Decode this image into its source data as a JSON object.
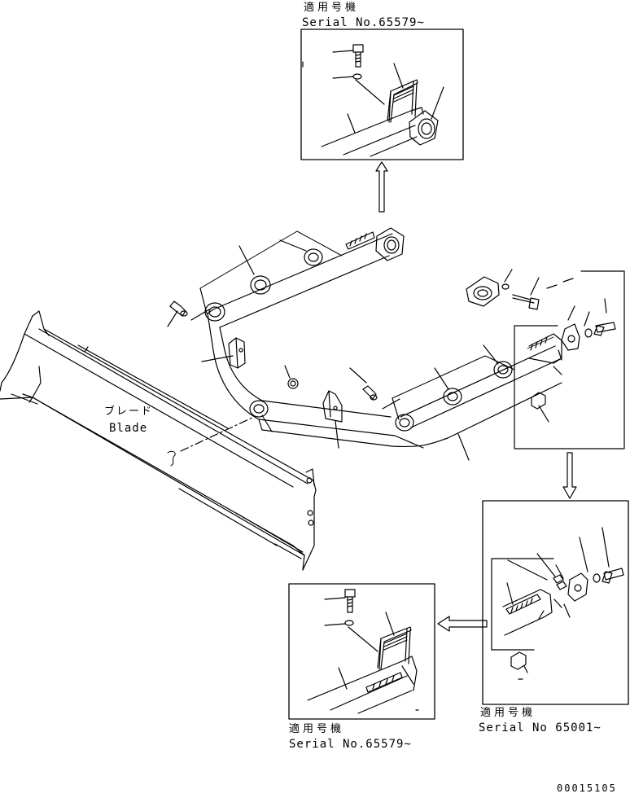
{
  "labels": {
    "serial_top_jp": "適用号機",
    "serial_top": "Serial No.65579~",
    "blade_jp": "ブレード",
    "blade_en": "Blade",
    "serial_bottom_left_jp": "適用号機",
    "serial_bottom_left": "Serial No.65579~",
    "serial_bottom_right_jp": "適用号機",
    "serial_bottom_right": "Serial No 65001~",
    "drawing_number": "00015105"
  }
}
